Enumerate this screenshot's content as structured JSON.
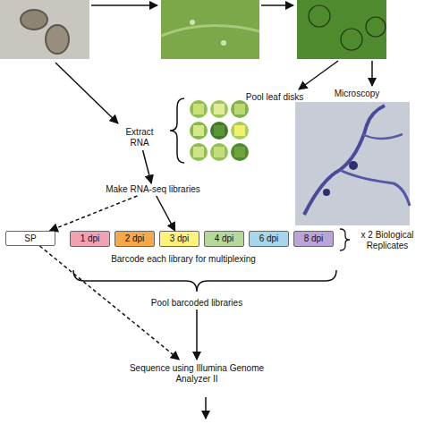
{
  "diagram": {
    "nodes": [
      {
        "text": [
          "Extract RNA"
        ]
      },
      {
        "text": [
          "Make RNA-seq libraries"
        ]
      },
      {
        "text": [
          "SP"
        ]
      },
      {
        "text": [
          "1 dpi"
        ]
      },
      {
        "text": [
          "2 dpi"
        ]
      },
      {
        "text": [
          "3 dpi"
        ]
      },
      {
        "text": [
          "4 dpi"
        ]
      },
      {
        "text": [
          "6 dpi"
        ]
      },
      {
        "text": [
          "8 dpi"
        ]
      },
      {
        "text": [
          "Pool barcoded libraries"
        ]
      },
      {
        "text": [
          "Sequence using Illumina Genome Analyzer II"
        ]
      }
    ],
    "edges": [
      {
        "from": 0,
        "to": 1,
        "arrow": "to"
      },
      {
        "from": 1,
        "to": 2,
        "arrow": "to"
      },
      {
        "from": 1,
        "to": 5,
        "arrow": "to"
      },
      {
        "from": 2,
        "to": 10,
        "arrow": "to"
      },
      {
        "from": 9,
        "to": 10,
        "arrow": "to"
      }
    ],
    "labels": [
      "Pool leaf disks",
      "Microscopy",
      "x 2 Biological Replicates",
      "Barcode each library for multiplexing"
    ]
  }
}
